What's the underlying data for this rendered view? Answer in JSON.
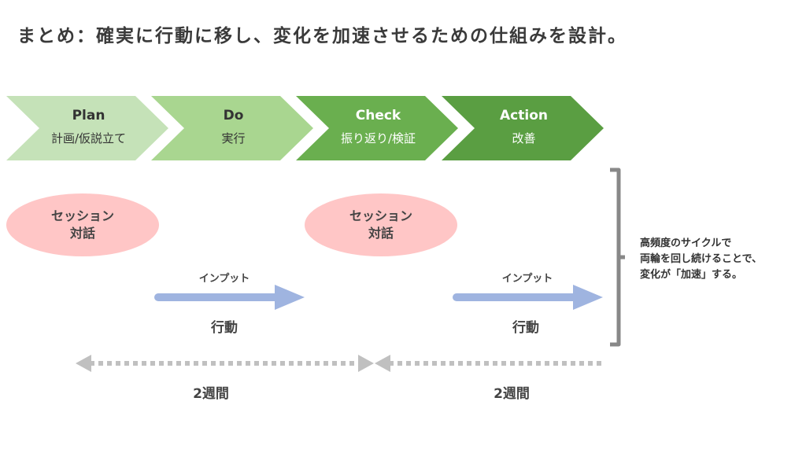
{
  "title": "まとめ：確実に行動に移し、変化を加速させるための仕組みを設計。",
  "steps": [
    {
      "name": "Plan",
      "sub": "計画/仮説立て",
      "color": "#c5e2b8"
    },
    {
      "name": "Do",
      "sub": "実行",
      "color": "#a9d690"
    },
    {
      "name": "Check",
      "sub": "振り返り/検証",
      "color": "#6aaf4f"
    },
    {
      "name": "Action",
      "sub": "改善",
      "color": "#5a9e42"
    }
  ],
  "sessions": [
    {
      "line1": "セッション",
      "line2": "対話"
    },
    {
      "line1": "セッション",
      "line2": "対話"
    }
  ],
  "inputs": [
    {
      "label": "インプット",
      "action": "行動"
    },
    {
      "label": "インプット",
      "action": "行動"
    }
  ],
  "periods": [
    "2週間",
    "2週間"
  ],
  "note": {
    "line1": "高頻度のサイクルで",
    "line2": "両輪を回し続けることで、",
    "line3": "変化が「加速」する。"
  },
  "colors": {
    "arrow": "#9fb4e0",
    "ellipse": "#ffc6c6",
    "dotted": "#c0c0c0",
    "bracket": "#888888"
  }
}
